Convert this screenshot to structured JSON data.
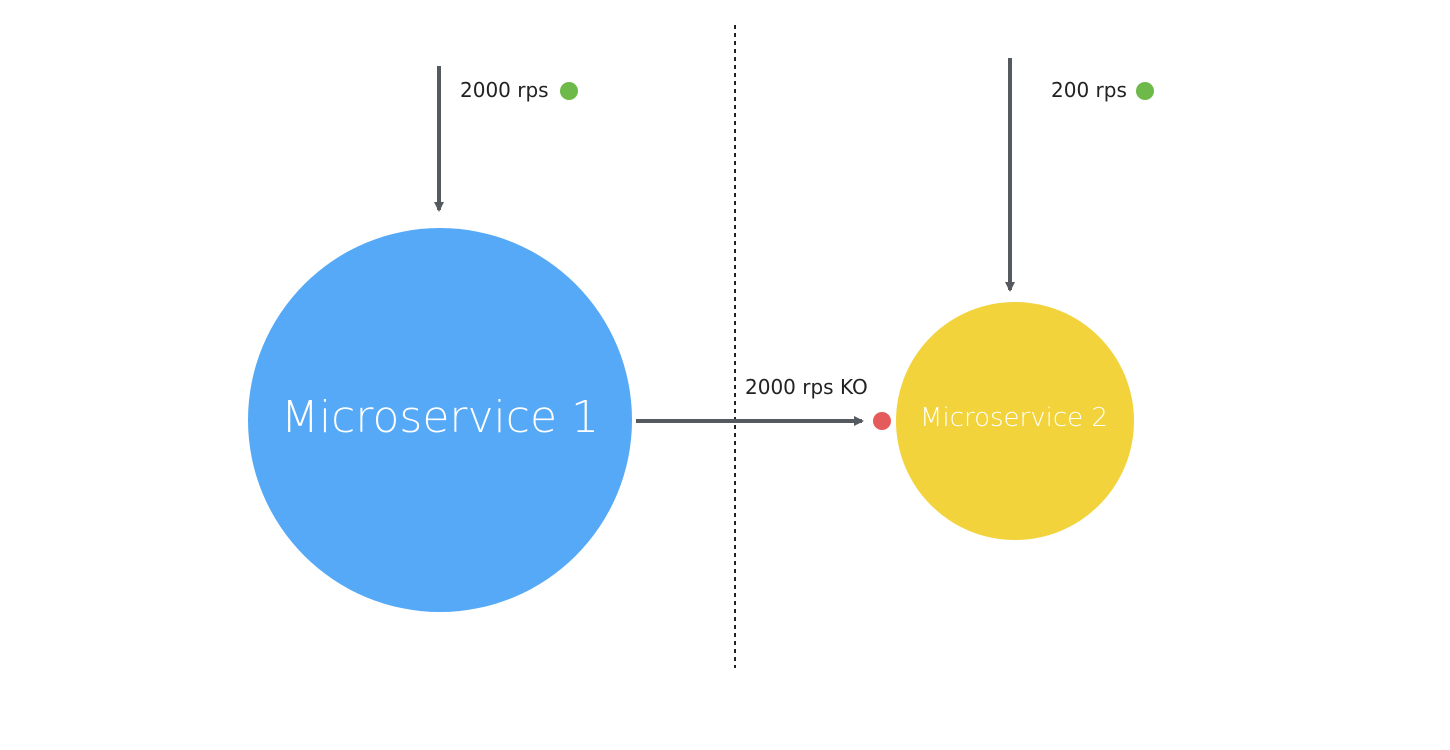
{
  "nodes": {
    "microservice1": {
      "label": "Microservice 1",
      "color": "#55a9f6"
    },
    "microservice2": {
      "label": "Microservice 2",
      "color": "#f2d33c"
    }
  },
  "edges": {
    "incoming1": {
      "label": "2000 rps",
      "status": "ok",
      "status_color": "#6db94a"
    },
    "incoming2": {
      "label": "200 rps",
      "status": "ok",
      "status_color": "#6db94a"
    },
    "call_1_to_2": {
      "label": "2000 rps KO",
      "status": "error",
      "status_color": "#e55a5a"
    }
  },
  "colors": {
    "arrow": "#555a60",
    "divider": "#222222"
  }
}
